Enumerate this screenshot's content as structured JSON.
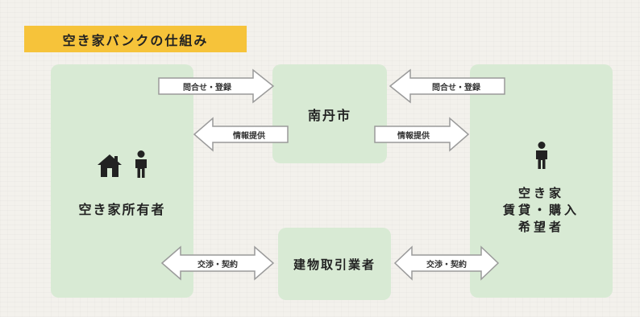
{
  "title": "空き家バンクの仕組み",
  "nodes": {
    "owner": {
      "label": "空き家所有者",
      "icons": [
        "house-icon",
        "person-icon"
      ]
    },
    "city": {
      "label": "南丹市"
    },
    "agent": {
      "label": "建物取引業者"
    },
    "seeker": {
      "lines": [
        "空き家",
        "賃貸・購入",
        "希望者"
      ],
      "icons": [
        "person-icon"
      ]
    }
  },
  "arrows": {
    "owner_to_city": "問合せ・登録",
    "city_to_owner": "情報提供",
    "seeker_to_city": "問合せ・登録",
    "city_to_seeker": "情報提供",
    "owner_agent": "交渉・契約",
    "agent_seeker": "交渉・契約"
  },
  "colors": {
    "title_bg": "#f6c33a",
    "box_bg": "#d8ead4",
    "arrow_fill": "#ffffff",
    "arrow_stroke": "#9a9a9a",
    "icon": "#222222"
  }
}
